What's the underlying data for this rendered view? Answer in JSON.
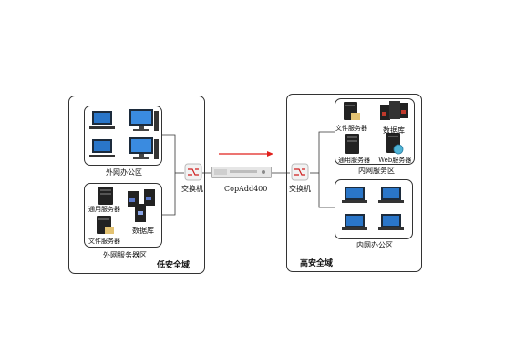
{
  "left": {
    "office_label": "外网办公区",
    "server_zone_label": "外网服务器区",
    "servers": {
      "general": "通用服务器",
      "file": "文件服务器",
      "database": "数据库"
    },
    "switch_label": "交换机",
    "domain_label": "低安全域"
  },
  "middle": {
    "device_label": "CopAdd400",
    "arrow_color": "#e0201c"
  },
  "right": {
    "switch_label": "交换机",
    "server_zone_label": "内网服务区",
    "servers": {
      "file": "文件服务器",
      "database": "数据库",
      "general": "通用服务器",
      "web": "Web服务器"
    },
    "office_label": "内网办公区",
    "domain_label": "高安全域"
  },
  "icons": {
    "workstation": "desktop-computer-icon",
    "laptop": "laptop-icon",
    "server": "server-tower-icon",
    "switch": "network-switch-icon",
    "gateway": "rack-appliance-icon"
  }
}
